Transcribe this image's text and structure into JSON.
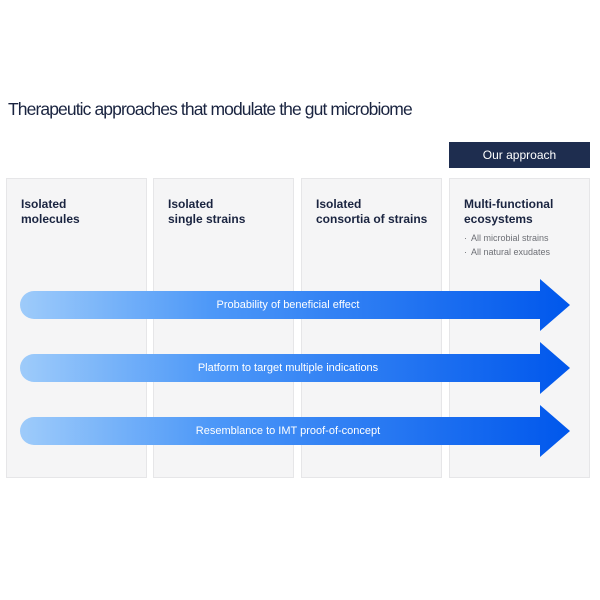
{
  "title": "Therapeutic approaches that modulate the gut microbiome",
  "badge": "Our approach",
  "columns": [
    {
      "label": "Isolated\nmolecules",
      "bullets": []
    },
    {
      "label": "Isolated\nsingle strains",
      "bullets": []
    },
    {
      "label": "Isolated\nconsortia of strains",
      "bullets": []
    },
    {
      "label": "Multi-functional\necosystems",
      "bullets": [
        "All microbial strains",
        "All natural exudates"
      ]
    }
  ],
  "arrows": [
    {
      "label": "Probability of beneficial effect"
    },
    {
      "label": "Platform to target multiple indications"
    },
    {
      "label": "Resemblance to IMT proof-of-concept"
    }
  ],
  "colors": {
    "navy": "#1e2d4f",
    "arrow_start": "#9fccfa",
    "arrow_end": "#0057ec",
    "column_bg": "#f5f5f6"
  }
}
